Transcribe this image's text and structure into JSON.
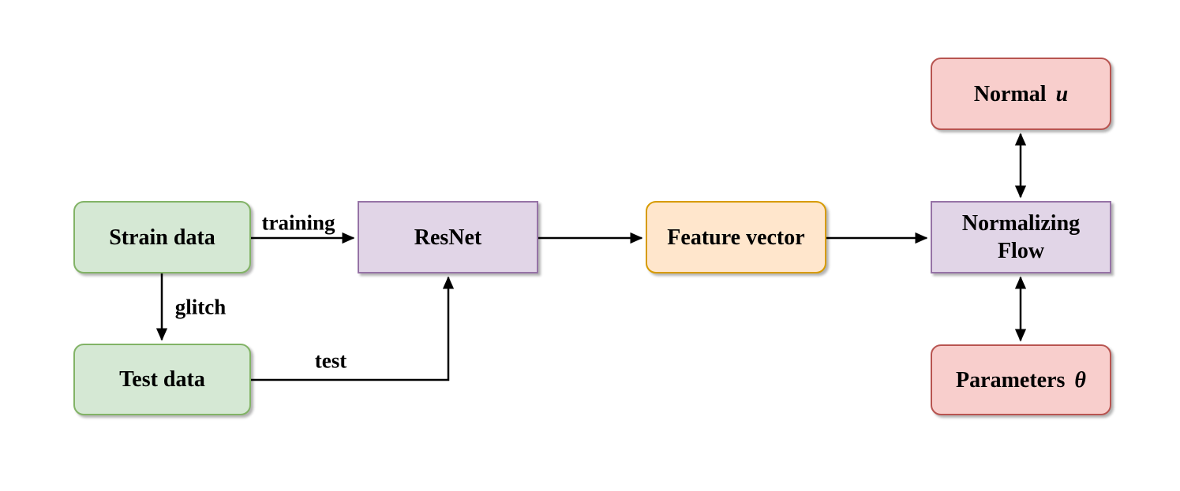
{
  "diagram": {
    "title": "",
    "nodes": {
      "strain": {
        "label": "Strain data",
        "shape": "rounded-rectangle",
        "color_role": "green"
      },
      "test": {
        "label": "Test data",
        "shape": "rounded-rectangle",
        "color_role": "green"
      },
      "resnet": {
        "label": "ResNet",
        "shape": "rectangle",
        "color_role": "purple"
      },
      "feature": {
        "label": "Feature vector",
        "shape": "rounded-rectangle",
        "color_role": "orange"
      },
      "normflow": {
        "label": "Normalizing Flow",
        "shape": "rectangle",
        "color_role": "purple"
      },
      "normal": {
        "label": "Normal",
        "math": "u",
        "shape": "rounded-rectangle",
        "color_role": "red"
      },
      "parameters": {
        "label": "Parameters",
        "math": "θ",
        "shape": "rounded-rectangle",
        "color_role": "red"
      }
    },
    "edges": [
      {
        "from": "strain",
        "to": "resnet",
        "label": "training",
        "direction": "single"
      },
      {
        "from": "strain",
        "to": "test",
        "label": "glitch",
        "direction": "single"
      },
      {
        "from": "test",
        "to": "resnet",
        "label": "test",
        "direction": "single"
      },
      {
        "from": "resnet",
        "to": "feature",
        "label": "",
        "direction": "single"
      },
      {
        "from": "feature",
        "to": "normflow",
        "label": "",
        "direction": "single"
      },
      {
        "from": "normflow",
        "to": "normal",
        "label": "",
        "direction": "double"
      },
      {
        "from": "normflow",
        "to": "parameters",
        "label": "",
        "direction": "double"
      }
    ]
  },
  "colors": {
    "green": {
      "fill": "#D5E8D4",
      "stroke": "#82B366"
    },
    "purple": {
      "fill": "#E1D5E7",
      "stroke": "#9673A6"
    },
    "orange": {
      "fill": "#FFE6CC",
      "stroke": "#D79B00"
    },
    "red": {
      "fill": "#F8CECC",
      "stroke": "#B85450"
    },
    "arrow": "#000000",
    "background": "#FFFFFF"
  }
}
